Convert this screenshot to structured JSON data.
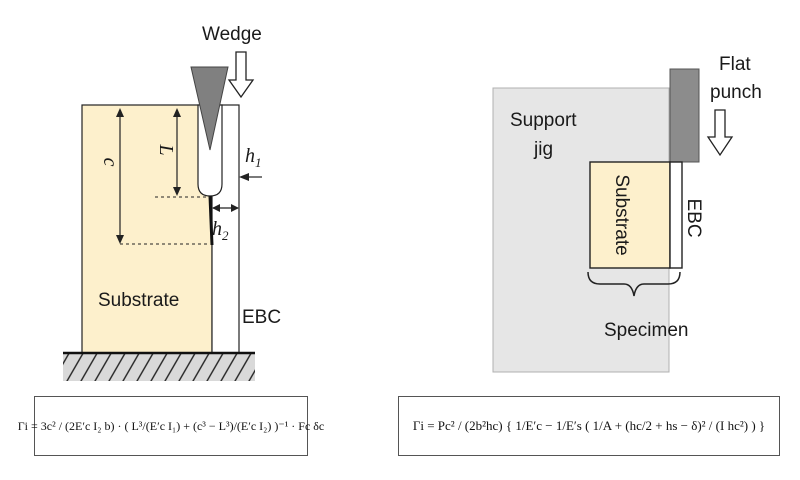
{
  "left_diagram": {
    "wedge_label": "Wedge",
    "substrate_label": "Substrate",
    "ebc_label": "EBC",
    "dim_c": "c",
    "dim_L": "L",
    "dim_h1": "h",
    "dim_h1_sub": "1",
    "dim_h2": "h",
    "dim_h2_sub": "2",
    "equation": "Γi = 3c² / (2E′c I₂ b) · ( L³/(E′c I₁) + (c³ − L³)/(E′c I₂) )⁻¹ · Fc δc"
  },
  "right_diagram": {
    "support_jig_line1": "Support",
    "support_jig_line2": "jig",
    "flat_punch_line1": "Flat",
    "flat_punch_line2": "punch",
    "substrate_label": "Substrate",
    "ebc_label": "EBC",
    "specimen_label": "Specimen",
    "equation": "Γi = Pc² / (2b²hc) { 1/E′c − 1/E′s ( 1/A + (hc/2 + hs − δ)² / (I hc²) ) }"
  },
  "colors": {
    "substrate_fill": "#fdf0cc",
    "jig_fill": "#e6e6e6",
    "punch_fill": "#8c8c8c",
    "wedge_fill": "#808080",
    "outline": "#222222"
  }
}
